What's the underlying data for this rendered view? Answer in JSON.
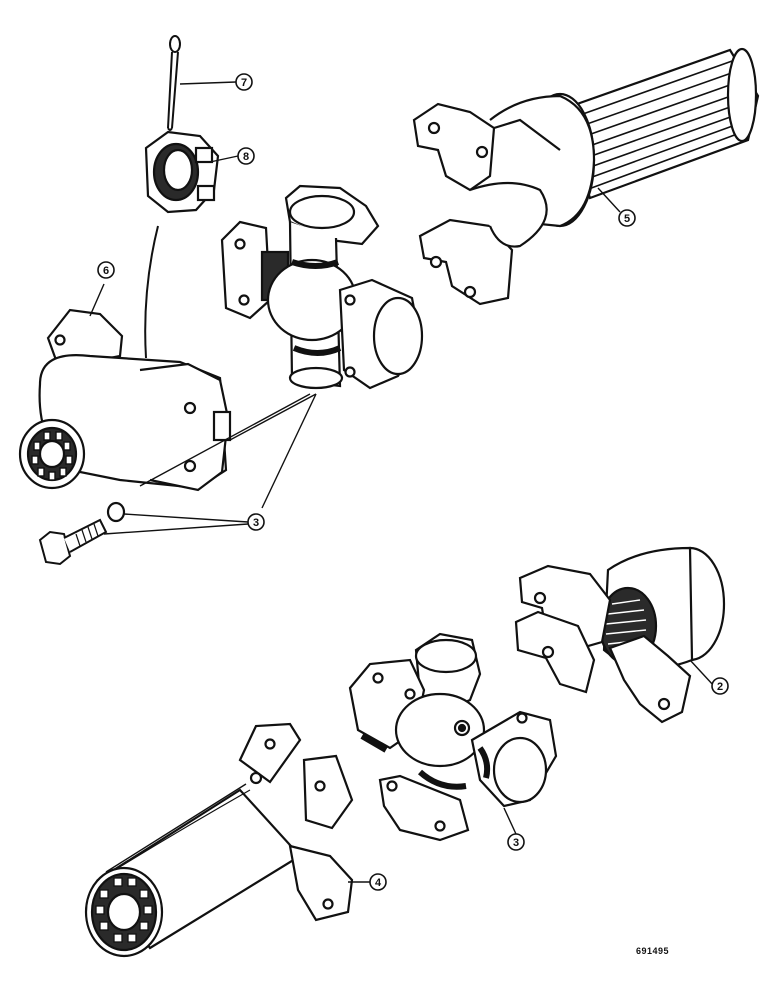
{
  "colors": {
    "ink": "#111111",
    "paper": "#ffffff",
    "shade": "#2a2a2a"
  },
  "callouts": {
    "c7": "7",
    "c8": "8",
    "c5": "5",
    "c6": "6",
    "c3_top": "3",
    "c2": "2",
    "c3_bottom": "3",
    "c4": "4"
  },
  "reference_code": "691495"
}
